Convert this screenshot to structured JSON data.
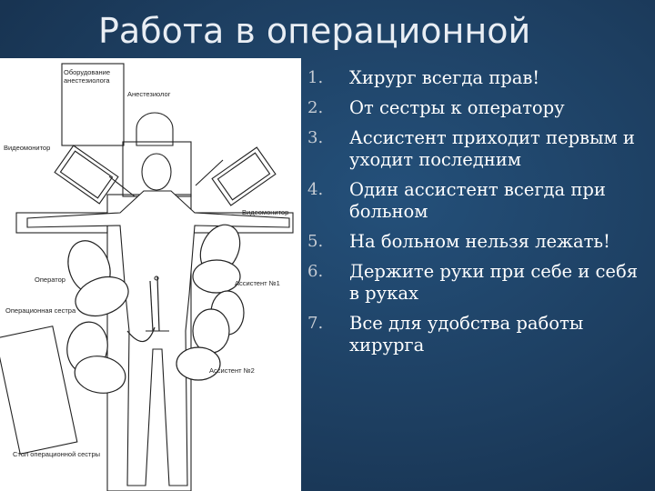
{
  "slide": {
    "title": "Работа в операционной"
  },
  "figure": {
    "labels": {
      "anesthesia_equipment_line1": "Оборудование",
      "anesthesia_equipment_line2": "анестезиолога",
      "anesthesiologist": "Анестезиолог",
      "videomonitor_left": "Видеомонитор",
      "videomonitor_right": "Видеомонитор",
      "operator": "Оператор",
      "scrub_nurse": "Операционная сестра",
      "assistant_1": "Ассистент №1",
      "assistant_2": "Ассистент №2",
      "nurse_table": "Стол операционной сестры"
    }
  },
  "rules": [
    {
      "num": "1.",
      "text": "Хирург всегда прав!"
    },
    {
      "num": "2.",
      "text": "От  сестры к оператору"
    },
    {
      "num": "3.",
      "text": "Ассистент приходит первым и уходит последним"
    },
    {
      "num": "4.",
      "text": "Один ассистент всегда при больном"
    },
    {
      "num": "5.",
      "text": "На больном нельзя лежать!"
    },
    {
      "num": "6.",
      "text": "Держите руки при себе и себя в руках"
    },
    {
      "num": "7.",
      "text": "Все для удобства работы хирурга"
    }
  ],
  "colors": {
    "background": "#1e3f62",
    "title_text": "#e9eef4",
    "list_text": "#ffffff",
    "list_number": "#c6ccd4"
  }
}
